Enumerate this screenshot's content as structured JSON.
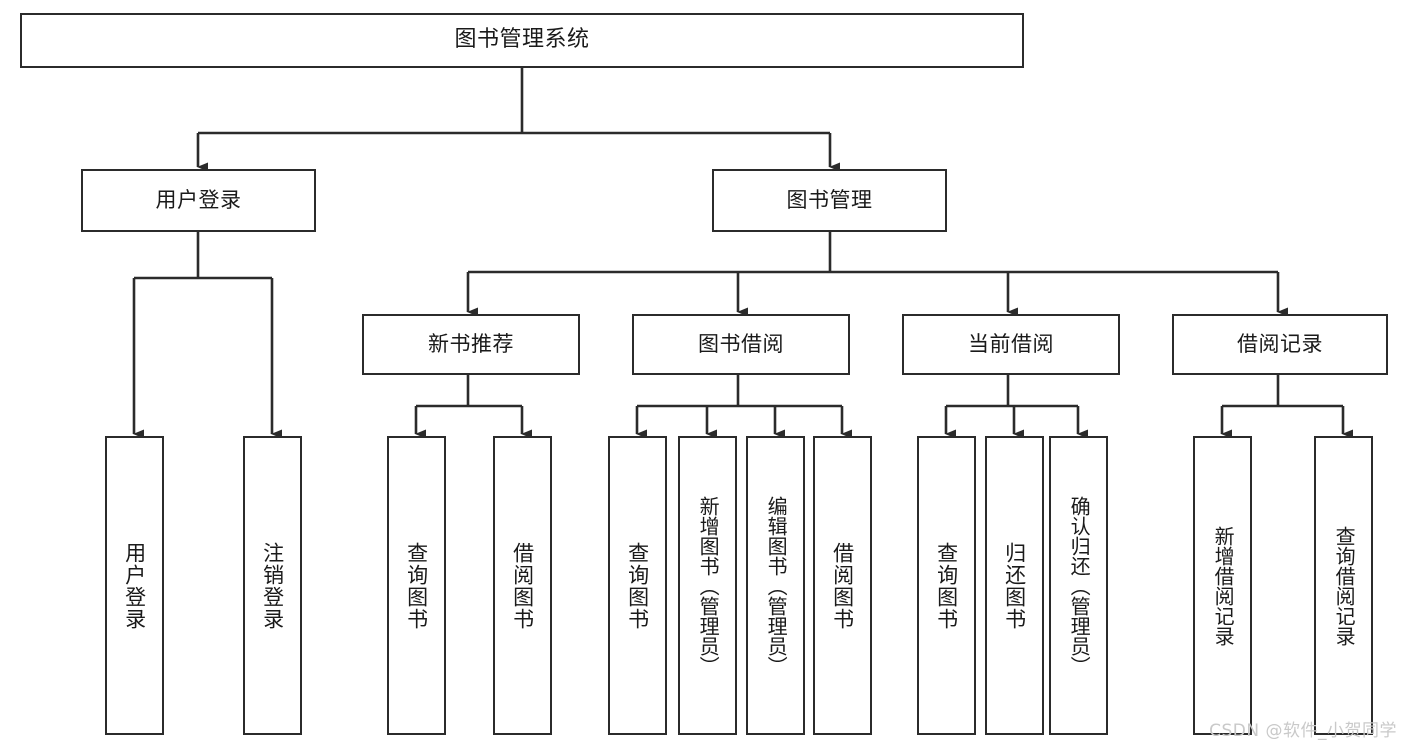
{
  "diagram": {
    "title": "图书管理系统",
    "type": "tree",
    "colors": {
      "stroke": "#2b2b2b",
      "fill": "#ffffff",
      "text": "#1a1a1a",
      "watermark": "#c9c9c9"
    },
    "watermark": "CSDN @软件_小贺同学",
    "nodes": {
      "root": {
        "label": "图书管理系统",
        "level": 1,
        "orientation": "horizontal"
      },
      "n_user_login": {
        "label": "用户登录",
        "level": 2,
        "orientation": "horizontal"
      },
      "n_book_mgmt": {
        "label": "图书管理",
        "level": 2,
        "orientation": "horizontal"
      },
      "n_new_book": {
        "label": "新书推荐",
        "level": 3,
        "orientation": "horizontal"
      },
      "n_borrow": {
        "label": "图书借阅",
        "level": 3,
        "orientation": "horizontal"
      },
      "n_current": {
        "label": "当前借阅",
        "level": 3,
        "orientation": "horizontal"
      },
      "n_records": {
        "label": "借阅记录",
        "level": 3,
        "orientation": "horizontal"
      },
      "l_user_login": {
        "label": "用户登录",
        "level": 4,
        "orientation": "vertical"
      },
      "l_user_logout": {
        "label": "注销登录",
        "level": 4,
        "orientation": "vertical"
      },
      "l_nb_query": {
        "label": "查询图书",
        "level": 4,
        "orientation": "vertical"
      },
      "l_nb_borrow": {
        "label": "借阅图书",
        "level": 4,
        "orientation": "vertical"
      },
      "l_bw_query": {
        "label": "查询图书",
        "level": 4,
        "orientation": "vertical"
      },
      "l_bw_add": {
        "label": "新增图书（管理员）",
        "level": 4,
        "orientation": "vertical"
      },
      "l_bw_edit": {
        "label": "编辑图书（管理员）",
        "level": 4,
        "orientation": "vertical"
      },
      "l_bw_borrow": {
        "label": "借阅图书",
        "level": 4,
        "orientation": "vertical"
      },
      "l_cur_query": {
        "label": "查询图书",
        "level": 4,
        "orientation": "vertical"
      },
      "l_cur_return": {
        "label": "归还图书",
        "level": 4,
        "orientation": "vertical"
      },
      "l_cur_confirm": {
        "label": "确认归还（管理员）",
        "level": 4,
        "orientation": "vertical"
      },
      "l_rec_add": {
        "label": "新增借阅记录",
        "level": 4,
        "orientation": "vertical"
      },
      "l_rec_query": {
        "label": "查询借阅记录",
        "level": 4,
        "orientation": "vertical"
      }
    },
    "edges": [
      {
        "from": "root",
        "to": "n_user_login"
      },
      {
        "from": "root",
        "to": "n_book_mgmt"
      },
      {
        "from": "n_user_login",
        "to": "l_user_login"
      },
      {
        "from": "n_user_login",
        "to": "l_user_logout"
      },
      {
        "from": "n_book_mgmt",
        "to": "n_new_book"
      },
      {
        "from": "n_book_mgmt",
        "to": "n_borrow"
      },
      {
        "from": "n_book_mgmt",
        "to": "n_current"
      },
      {
        "from": "n_book_mgmt",
        "to": "n_records"
      },
      {
        "from": "n_new_book",
        "to": "l_nb_query"
      },
      {
        "from": "n_new_book",
        "to": "l_nb_borrow"
      },
      {
        "from": "n_borrow",
        "to": "l_bw_query"
      },
      {
        "from": "n_borrow",
        "to": "l_bw_add"
      },
      {
        "from": "n_borrow",
        "to": "l_bw_edit"
      },
      {
        "from": "n_borrow",
        "to": "l_bw_borrow"
      },
      {
        "from": "n_current",
        "to": "l_cur_query"
      },
      {
        "from": "n_current",
        "to": "l_cur_return"
      },
      {
        "from": "n_current",
        "to": "l_cur_confirm"
      },
      {
        "from": "n_records",
        "to": "l_rec_add"
      },
      {
        "from": "n_records",
        "to": "l_rec_query"
      }
    ]
  }
}
